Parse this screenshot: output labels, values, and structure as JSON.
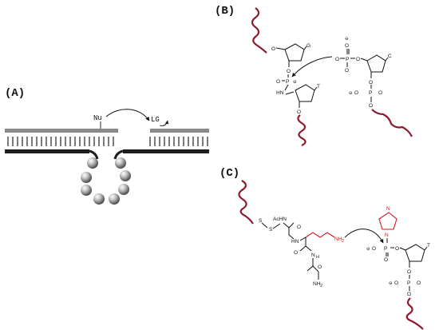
{
  "panels": {
    "a": "(A)",
    "b": "(B)",
    "c": "(C)"
  },
  "panel_a": {
    "nu": "Nu",
    "lg": "LG"
  },
  "panel_b": {
    "base_g": "G",
    "base_c": "C",
    "base_t": "T",
    "o": "O",
    "p": "P",
    "ominus": "O",
    "minus": "⊖",
    "hn": "HN"
  },
  "panel_c": {
    "s1": "S",
    "s2": "S",
    "achn": "AcHN",
    "o": "O",
    "hn": "HN",
    "nh": "N",
    "h": "H",
    "nh2": "NH",
    "sub2": "2",
    "n_top": "N",
    "n_im": "N",
    "p": "P",
    "base_t": "T",
    "minus": "⊖",
    "ominus": "O",
    "h2n": "NH",
    "amide_o": "O"
  },
  "colors": {
    "dna_strand": "#8b1a2e",
    "highlight": "#d4151b",
    "grey_strand": "#8a8a8a",
    "dark_strand": "#1e1e1e"
  }
}
